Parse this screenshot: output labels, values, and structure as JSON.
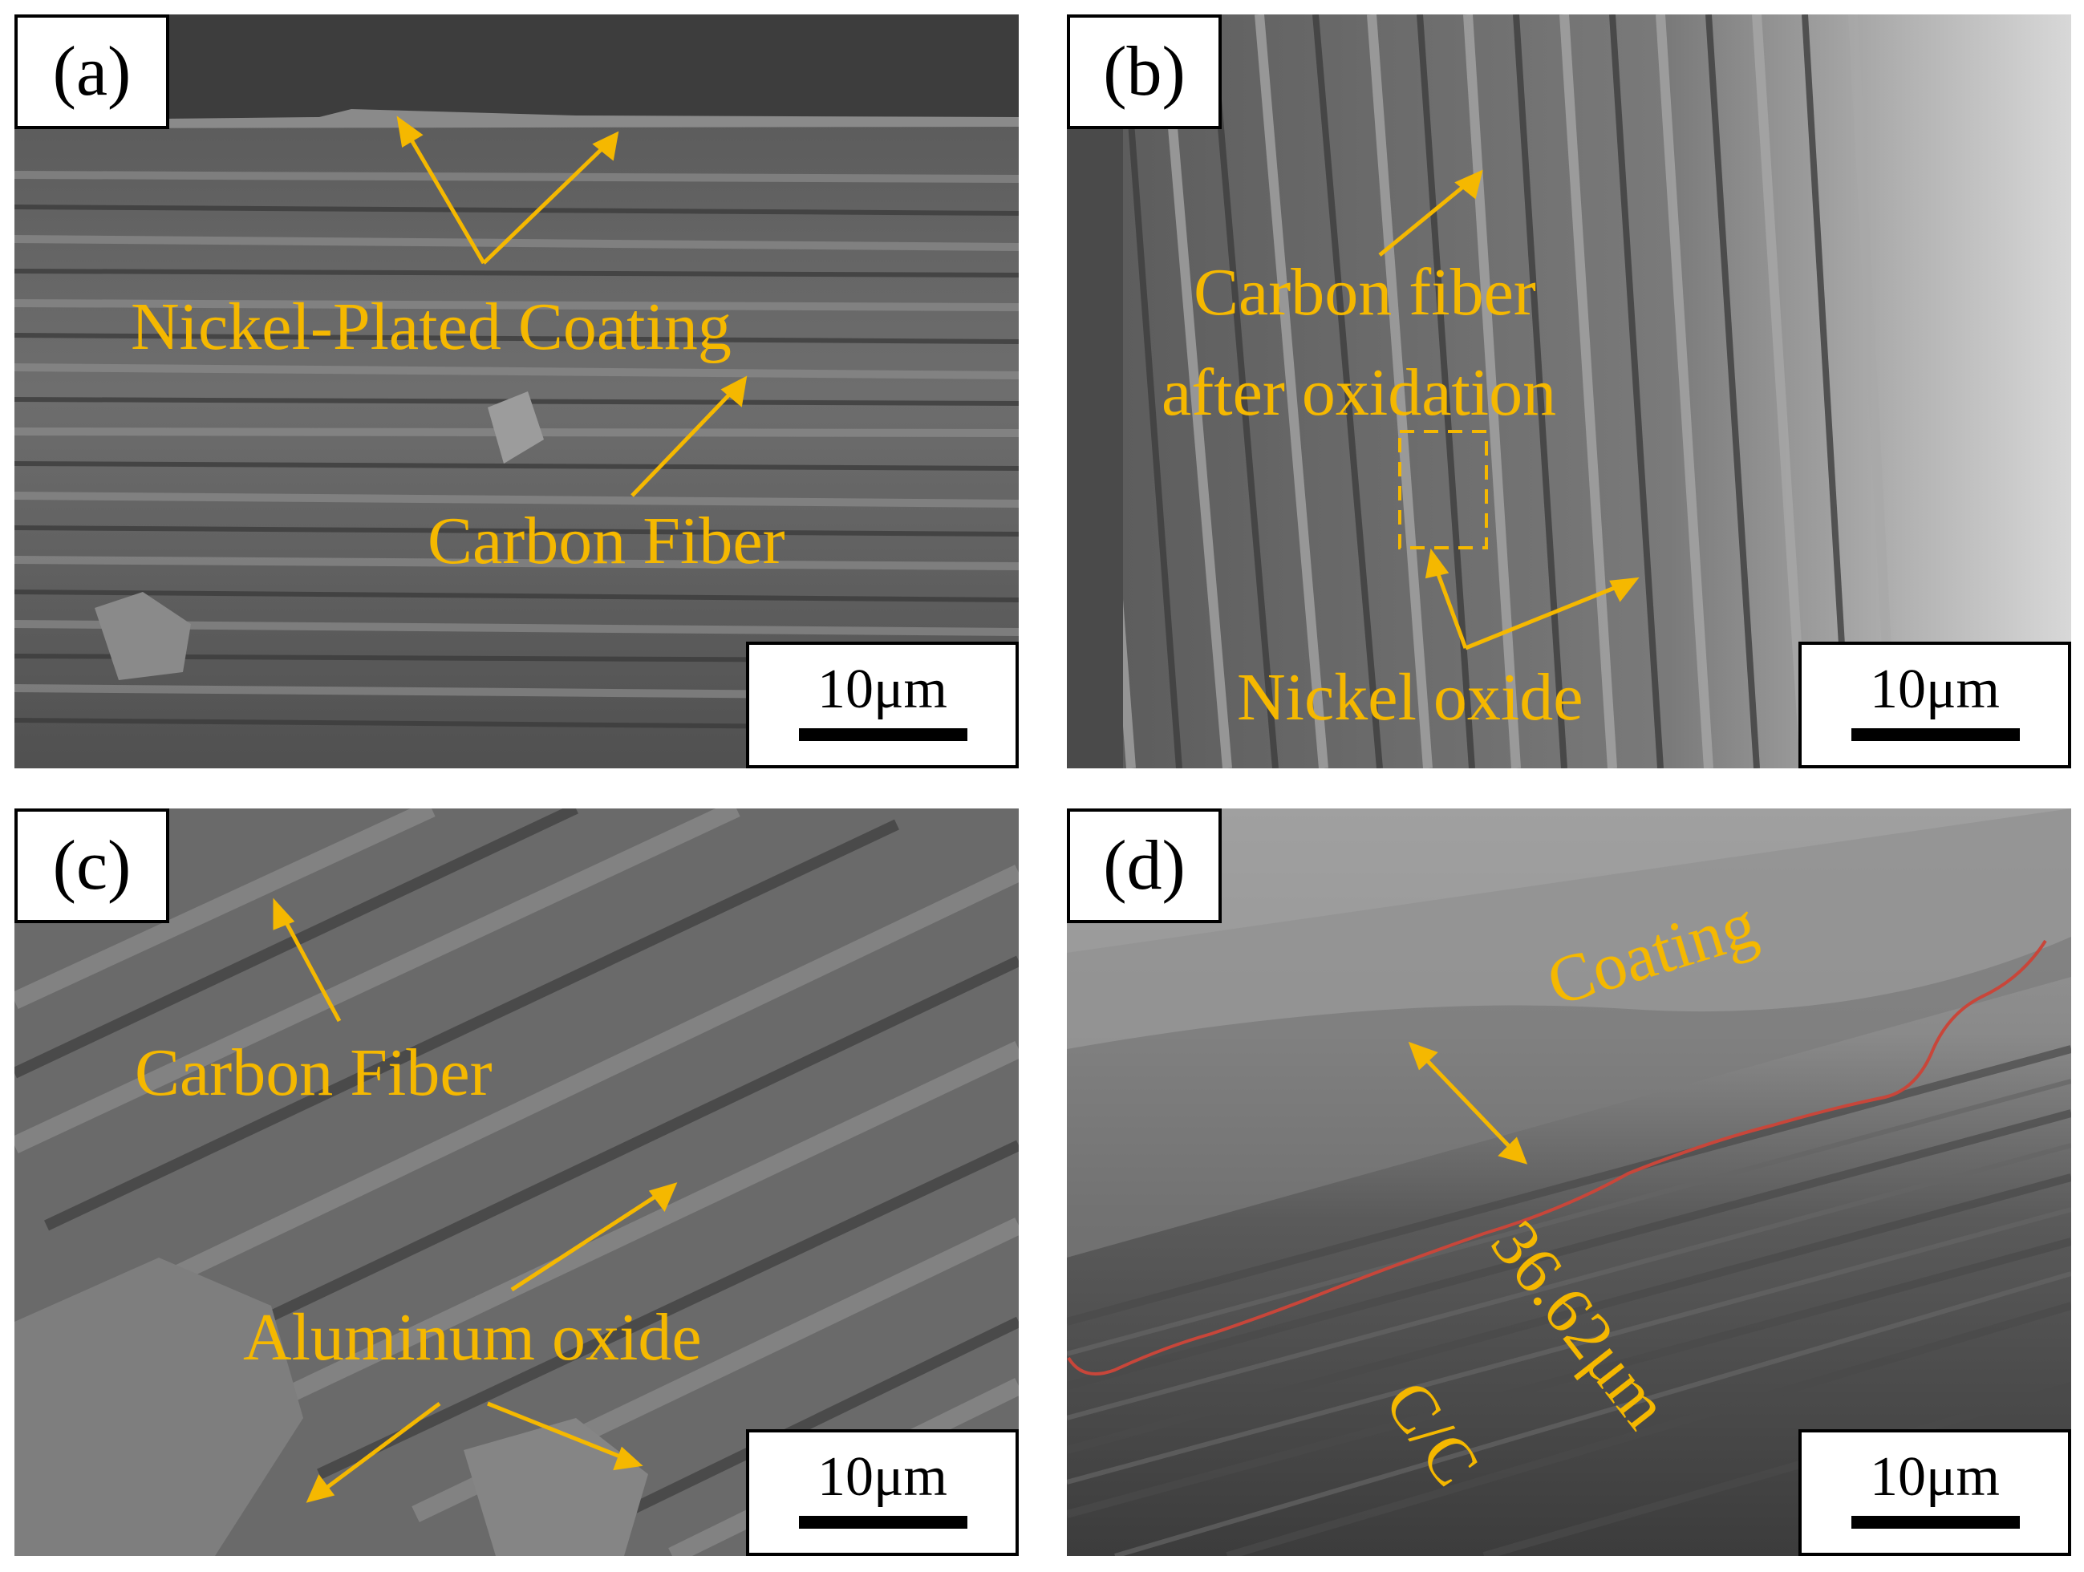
{
  "figure": {
    "accent_color": "#f5b800",
    "interface_line_color": "#c8463a",
    "panels": [
      {
        "tag": "(a)",
        "scale_bar": "10μm",
        "labels": {
          "coating": "Nickel-Plated Coating",
          "fiber": "Carbon Fiber"
        }
      },
      {
        "tag": "(b)",
        "scale_bar": "10μm",
        "labels": {
          "fiber_line1": "Carbon fiber",
          "fiber_line2": "after oxidation",
          "oxide": "Nickel oxide"
        }
      },
      {
        "tag": "(c)",
        "scale_bar": "10μm",
        "labels": {
          "fiber": "Carbon Fiber",
          "oxide": "Aluminum oxide"
        }
      },
      {
        "tag": "(d)",
        "scale_bar": "10μm",
        "labels": {
          "coating": "Coating",
          "thickness": "36.62μm",
          "substrate": "C/C"
        }
      }
    ]
  }
}
